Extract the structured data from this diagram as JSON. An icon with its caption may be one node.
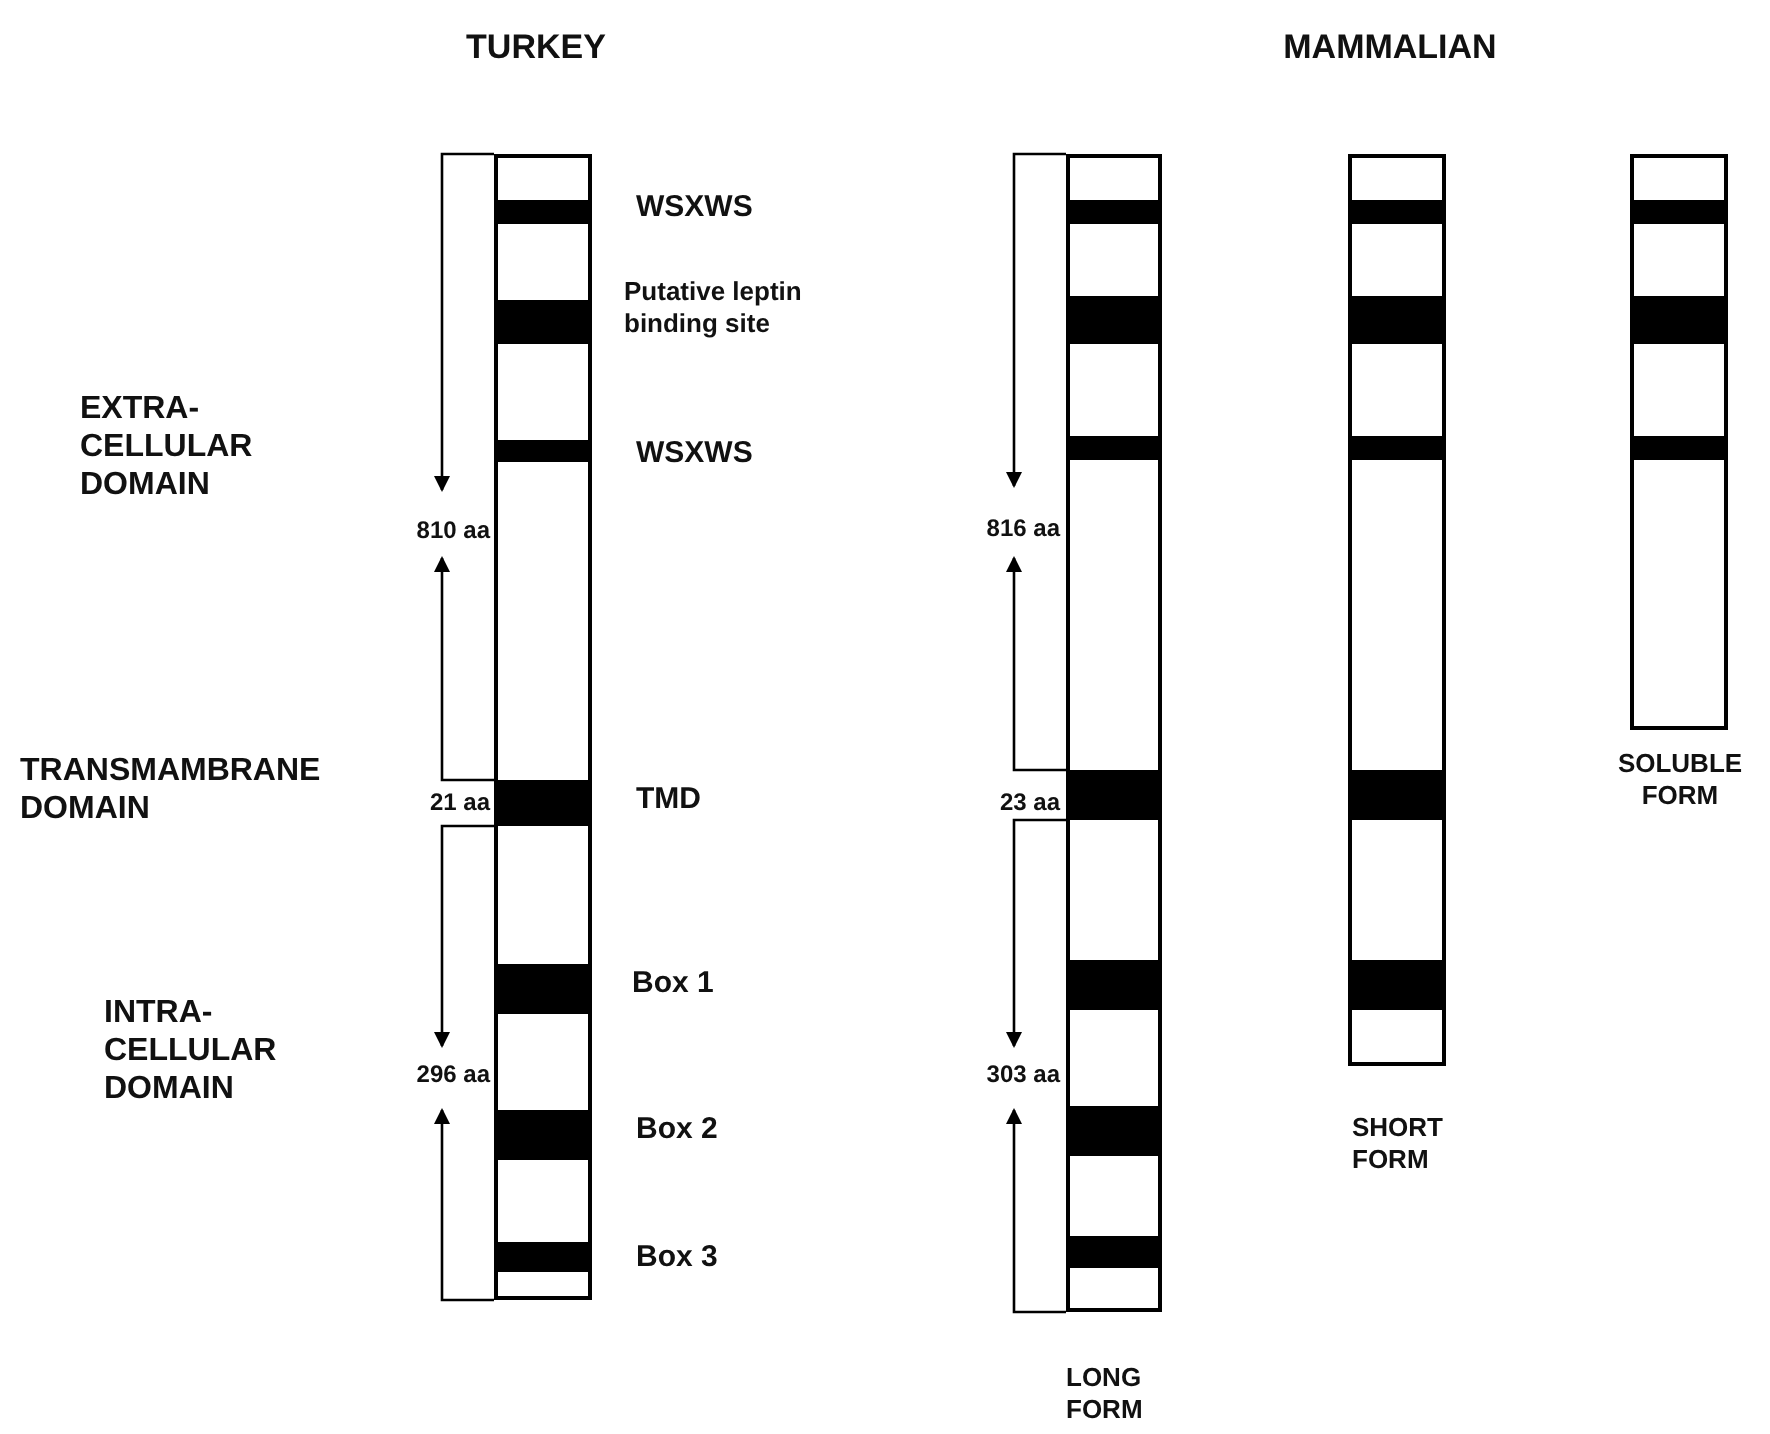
{
  "diagram": {
    "nodes": [
      {
        "text": [],
        "shape": "bar"
      },
      {
        "text": [],
        "shape": "bar",
        "beside": [
          "LONG FORM"
        ]
      },
      {
        "text": [],
        "shape": "bar",
        "beside": [
          "SHORT FORM"
        ]
      },
      {
        "text": [],
        "shape": "bar",
        "beside": [
          "SOLUBLE FORM"
        ]
      }
    ],
    "edges": [],
    "labels": [
      "TURKEY",
      "MAMMALIAN",
      "EXTRA-CELLULAR DOMAIN",
      "TRANSMAMBRANE DOMAIN",
      "INTRA-CELLULAR DOMAIN",
      "WSXWS",
      "Putative leptin binding site",
      "WSXWS",
      "TMD",
      "Box 1",
      "Box 2",
      "Box 3",
      "810 aa",
      "21 aa",
      "296 aa",
      "816 aa",
      "23 aa",
      "303 aa"
    ]
  }
}
